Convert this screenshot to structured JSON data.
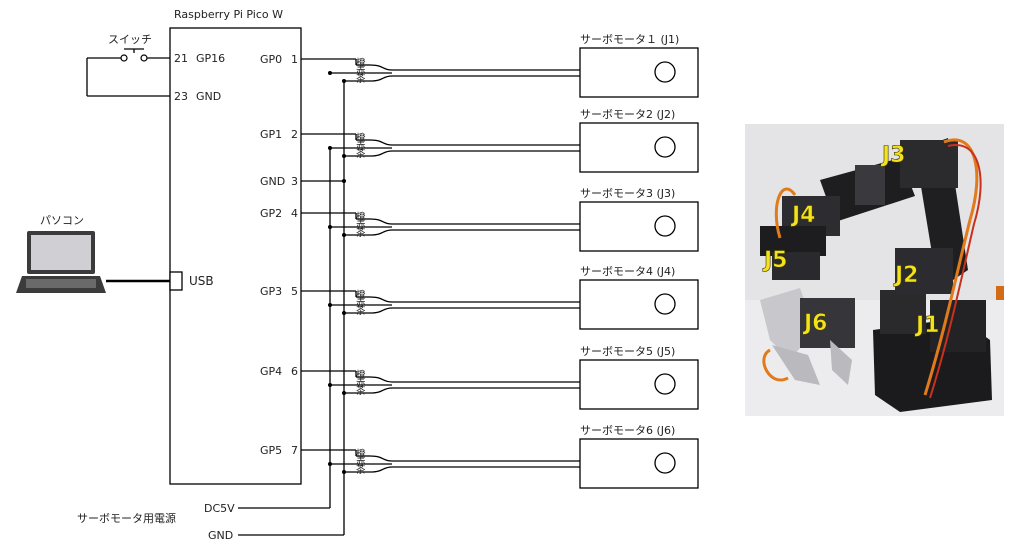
{
  "pico": {
    "title": "Raspberry Pi Pico W",
    "usb_label": "USB"
  },
  "left_pins": [
    {
      "num": "21",
      "name": "GP16"
    },
    {
      "num": "23",
      "name": "GND"
    }
  ],
  "right_pins": [
    {
      "label": "GP0",
      "num": "1"
    },
    {
      "label": "GP1",
      "num": "2"
    },
    {
      "label": "GND",
      "num": "3"
    },
    {
      "label": "GP2",
      "num": "4"
    },
    {
      "label": "GP3",
      "num": "5"
    },
    {
      "label": "GP4",
      "num": "6"
    },
    {
      "label": "GP5",
      "num": "7"
    }
  ],
  "switch_label": "スイッチ",
  "pc_label": "パソコン",
  "wire_colors": [
    "橙",
    "赤",
    "茶"
  ],
  "servos": [
    {
      "label": "サーボモータ１ (J1)"
    },
    {
      "label": "サーボモータ2 (J2)"
    },
    {
      "label": "サーボモータ3 (J3)"
    },
    {
      "label": "サーボモータ4 (J4)"
    },
    {
      "label": "サーボモータ5 (J5)"
    },
    {
      "label": "サーボモータ6 (J6)"
    }
  ],
  "power": {
    "label": "サーボモータ用電源",
    "dc5v": "DC5V",
    "gnd": "GND"
  },
  "photo_joints": [
    "J1",
    "J2",
    "J3",
    "J4",
    "J5",
    "J6"
  ]
}
